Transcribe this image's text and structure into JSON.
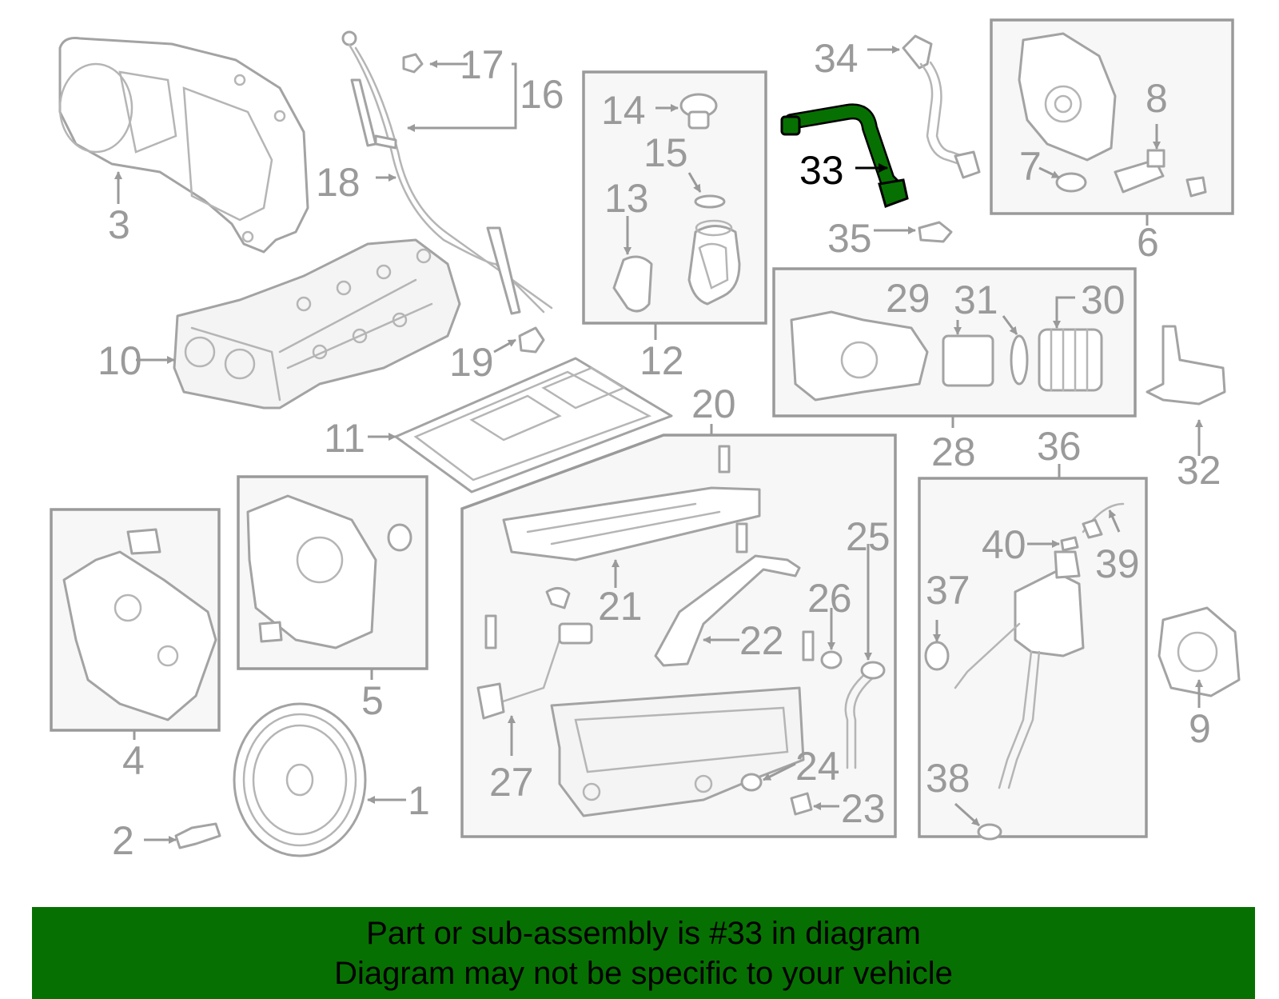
{
  "diagram": {
    "highlighted_part": "33",
    "highlight_color": "#077002",
    "part_numbers": [
      "1",
      "2",
      "3",
      "4",
      "5",
      "6",
      "7",
      "8",
      "9",
      "10",
      "11",
      "12",
      "13",
      "14",
      "15",
      "16",
      "17",
      "18",
      "19",
      "20",
      "21",
      "22",
      "23",
      "24",
      "25",
      "26",
      "27",
      "28",
      "29",
      "30",
      "31",
      "32",
      "33",
      "34",
      "35",
      "36",
      "37",
      "38",
      "39",
      "40"
    ]
  },
  "banner": {
    "line1": "Part or sub-assembly is #33 in diagram",
    "line2": "Diagram may not be specific to your vehicle",
    "background": "#077002"
  }
}
